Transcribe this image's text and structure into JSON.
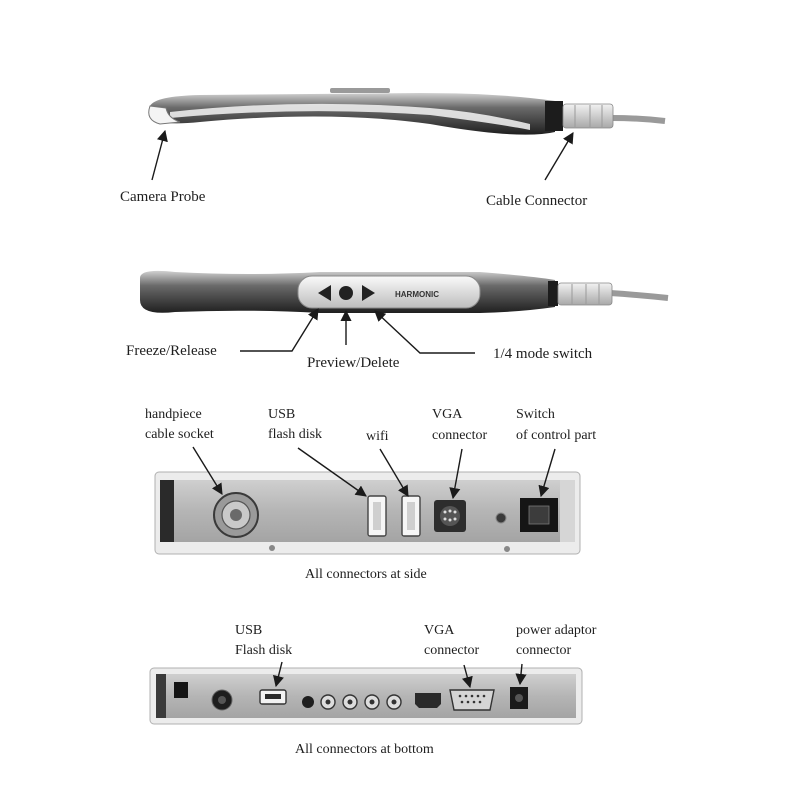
{
  "handpiece_side": {
    "camera_probe_label": "Camera Probe",
    "cable_connector_label": "Cable Connector"
  },
  "handpiece_top": {
    "brand_text": "HARMONIC",
    "freeze_release_label": "Freeze/Release",
    "preview_delete_label": "Preview/Delete",
    "mode_switch_label": "1/4 mode switch"
  },
  "control_box_side": {
    "labels": {
      "handpiece_socket_line1": "handpiece",
      "handpiece_socket_line2": "cable socket",
      "usb_line1": "USB",
      "usb_line2": "flash disk",
      "wifi": "wifi",
      "vga_line1": "VGA",
      "vga_line2": "connector",
      "switch_line1": "Switch",
      "switch_line2": "of control part"
    },
    "caption": "All connectors at side"
  },
  "control_box_bottom": {
    "labels": {
      "usb_line1": "USB",
      "usb_line2": "Flash disk",
      "vga_line1": "VGA",
      "vga_line2": "connector",
      "power_line1": "power adaptor",
      "power_line2": "connector"
    },
    "caption": "All connectors at bottom"
  }
}
